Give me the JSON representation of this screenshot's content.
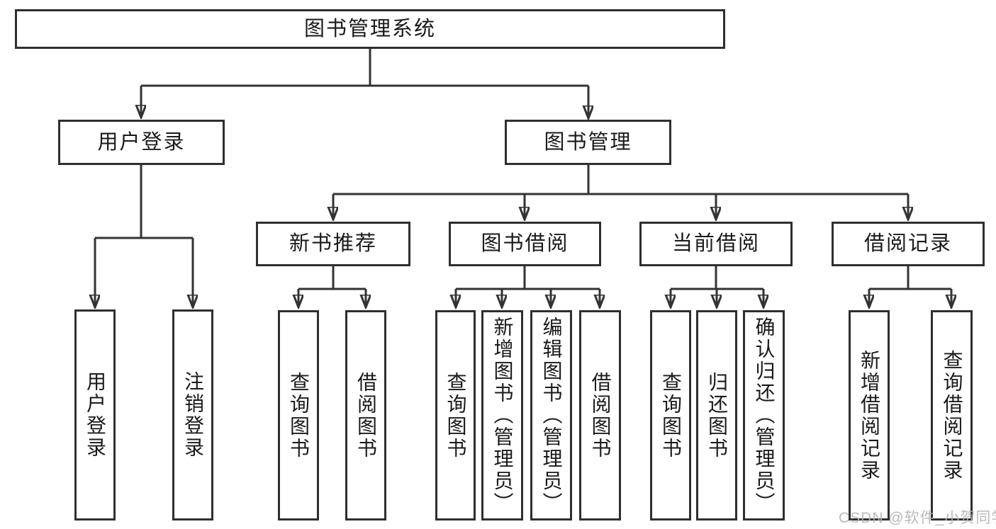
{
  "tree": {
    "label": "图书管理系统",
    "children": [
      {
        "label": "用户登录",
        "children": [
          {
            "label": "用户登录"
          },
          {
            "label": "注销登录"
          }
        ]
      },
      {
        "label": "图书管理",
        "children": [
          {
            "label": "新书推荐",
            "children": [
              {
                "label": "查询图书"
              },
              {
                "label": "借阅图书"
              }
            ]
          },
          {
            "label": "图书借阅",
            "children": [
              {
                "label": "查询图书"
              },
              {
                "label": "新增图书（管理员）"
              },
              {
                "label": "编辑图书（管理员）"
              },
              {
                "label": "借阅图书"
              }
            ]
          },
          {
            "label": "当前借阅",
            "children": [
              {
                "label": "查询图书"
              },
              {
                "label": "归还图书"
              },
              {
                "label": "确认归还（管理员）"
              }
            ]
          },
          {
            "label": "借阅记录",
            "children": [
              {
                "label": "新增借阅记录"
              },
              {
                "label": "查询借阅记录"
              }
            ]
          }
        ]
      }
    ]
  },
  "watermark": {
    "text": "CSDN @软件_小贺同学"
  },
  "colors": {
    "line": "#333333",
    "box_border": "#2f2f2f",
    "text": "#1a1a1a",
    "background": "#ffffff",
    "watermark": "#b5b5b5"
  }
}
